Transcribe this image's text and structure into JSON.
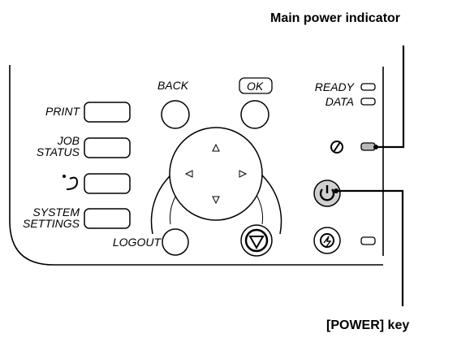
{
  "callouts": {
    "main_power_indicator": "Main power indicator",
    "power_key": "[POWER] key"
  },
  "panel": {
    "buttons": {
      "print": "PRINT",
      "job_status_line1": "JOB",
      "job_status_line2": "STATUS",
      "system_settings_line1": "SYSTEM",
      "system_settings_line2": "SETTINGS",
      "logout": "LOGOUT",
      "back": "BACK",
      "ok": "OK"
    },
    "indicators": {
      "ready": "READY",
      "data": "DATA"
    }
  },
  "icons": {
    "return": "return-arrow-icon",
    "stop": "stop-icon",
    "power": "power-icon",
    "main_power": "main-power-icon",
    "energy_save": "energy-save-icon",
    "nav_up": "triangle-up-icon",
    "nav_down": "triangle-down-icon",
    "nav_left": "triangle-left-icon",
    "nav_right": "triangle-right-icon"
  }
}
